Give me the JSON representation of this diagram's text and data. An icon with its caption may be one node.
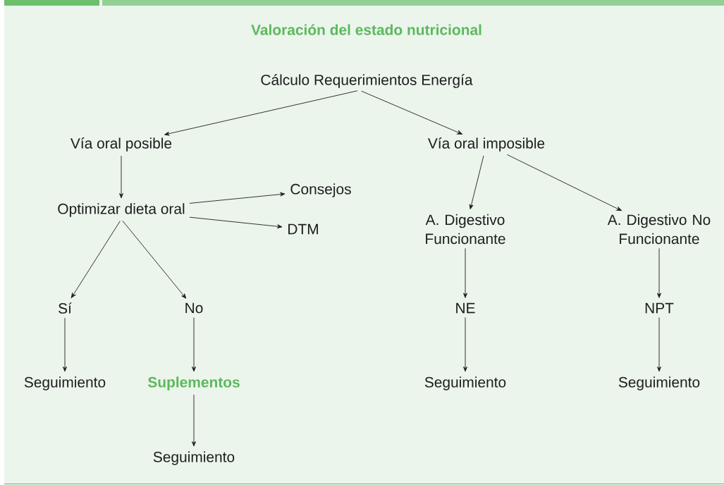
{
  "diagram": {
    "title": "Valoración del estado nutricional",
    "nodes": [
      {
        "text": [
          "Cálculo Requerimientos Energía"
        ]
      },
      {
        "text": [
          "Vía oral posible"
        ]
      },
      {
        "text": [
          "Vía oral imposible"
        ]
      },
      {
        "text": [
          "Optimizar dieta oral"
        ]
      },
      {
        "text": [
          "Consejos"
        ]
      },
      {
        "text": [
          "DTM"
        ]
      },
      {
        "text": [
          "A. Digestivo Funcionante"
        ]
      },
      {
        "text": [
          "A. Digestivo No Funcionante"
        ]
      },
      {
        "text": [
          "Sí"
        ]
      },
      {
        "text": [
          "No"
        ]
      },
      {
        "text": [
          "NE"
        ]
      },
      {
        "text": [
          "NPT"
        ]
      },
      {
        "text": [
          "Seguimiento"
        ]
      },
      {
        "text": [
          "Suplementos"
        ]
      },
      {
        "text": [
          "Seguimiento"
        ]
      },
      {
        "text": [
          "Seguimiento"
        ]
      },
      {
        "text": [
          "Seguimiento"
        ]
      }
    ],
    "edges": [
      {
        "from": 0,
        "to": 1,
        "arrow": "to"
      },
      {
        "from": 0,
        "to": 2,
        "arrow": "to"
      },
      {
        "from": 1,
        "to": 3,
        "arrow": "to"
      },
      {
        "from": 3,
        "to": 4,
        "arrow": "to"
      },
      {
        "from": 3,
        "to": 5,
        "arrow": "to"
      },
      {
        "from": 2,
        "to": 6,
        "arrow": "to"
      },
      {
        "from": 2,
        "to": 7,
        "arrow": "to"
      },
      {
        "from": 3,
        "to": 8,
        "arrow": "to"
      },
      {
        "from": 3,
        "to": 9,
        "arrow": "to"
      },
      {
        "from": 6,
        "to": 10,
        "arrow": "to"
      },
      {
        "from": 7,
        "to": 11,
        "arrow": "to"
      },
      {
        "from": 8,
        "to": 12,
        "arrow": "to"
      },
      {
        "from": 9,
        "to": 13,
        "arrow": "to"
      },
      {
        "from": 10,
        "to": 14,
        "arrow": "to"
      },
      {
        "from": 11,
        "to": 15,
        "arrow": "to"
      },
      {
        "from": 13,
        "to": 16,
        "arrow": "to"
      }
    ]
  }
}
